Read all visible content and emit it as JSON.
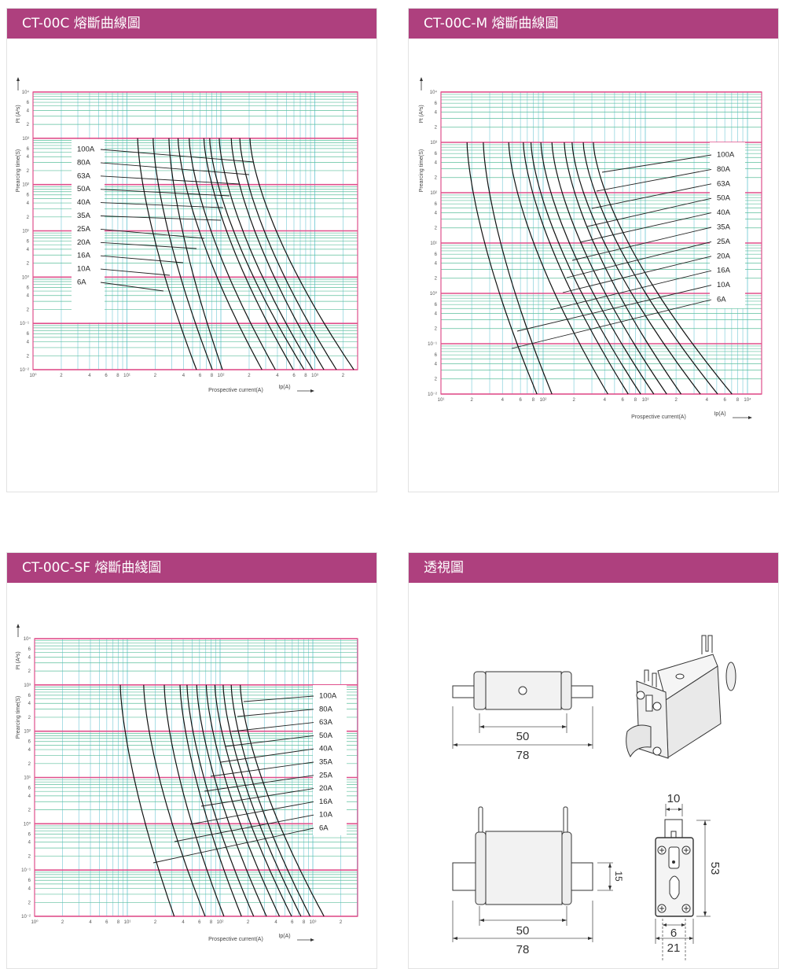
{
  "panels": [
    {
      "title": "CT-00C 熔斷曲線圖"
    },
    {
      "title": "CT-00C-M 熔斷曲線圖"
    },
    {
      "title": "CT-00C-SF 熔斷曲綫圖"
    },
    {
      "title": "透視圖"
    }
  ],
  "colors": {
    "header": "#ae407e",
    "decade_line": "#e0508c",
    "minor_h": "#5dbf9c",
    "minor_v": "#86d0db",
    "curve": "#111111"
  },
  "drawing": {
    "side_view": {
      "dim_inner": "50",
      "dim_outer": "78"
    },
    "front_view": {
      "dim_inner": "50",
      "dim_outer": "78",
      "dim_height": "15"
    },
    "end_view": {
      "dim_tab": "10",
      "dim_height": "53",
      "dim_slot": "6",
      "dim_width": "21"
    }
  },
  "chart_data": [
    {
      "type": "line",
      "title": "CT-00C 熔斷曲線圖",
      "ylabel": "Prearcing time(S)",
      "ylabel2": "I²t (A²s)",
      "xlabel": "Prospective current(A)",
      "xlabel2": "Ip(A)",
      "xscale": "log",
      "yscale": "log",
      "xlim": [
        1,
        2700
      ],
      "ylim": [
        0.01,
        10000
      ],
      "xticks": [
        [
          1,
          "10⁰"
        ],
        [
          2,
          "2"
        ],
        [
          4,
          "4"
        ],
        [
          6,
          "6"
        ],
        [
          8,
          "8"
        ],
        [
          10,
          "10¹"
        ],
        [
          20,
          "2"
        ],
        [
          40,
          "4"
        ],
        [
          60,
          "6"
        ],
        [
          80,
          "8"
        ],
        [
          100,
          "10²"
        ],
        [
          200,
          "2"
        ],
        [
          400,
          "4"
        ],
        [
          600,
          "6"
        ],
        [
          800,
          "8"
        ],
        [
          1000,
          "10³"
        ],
        [
          2000,
          "2"
        ]
      ],
      "yticks": [
        [
          10000,
          "10⁴"
        ],
        [
          6000,
          "6"
        ],
        [
          4000,
          "4"
        ],
        [
          2000,
          "2"
        ],
        [
          1000,
          "10³"
        ],
        [
          600,
          "6"
        ],
        [
          400,
          "4"
        ],
        [
          200,
          "2"
        ],
        [
          100,
          "10²"
        ],
        [
          60,
          "6"
        ],
        [
          40,
          "4"
        ],
        [
          20,
          "2"
        ],
        [
          10,
          "10¹"
        ],
        [
          6,
          "6"
        ],
        [
          4,
          "4"
        ],
        [
          2,
          "2"
        ],
        [
          1,
          "10⁰"
        ],
        [
          0.6,
          "6"
        ],
        [
          0.4,
          "4"
        ],
        [
          0.2,
          "2"
        ],
        [
          0.1,
          "10⁻¹"
        ],
        [
          0.06,
          "6"
        ],
        [
          0.04,
          "4"
        ],
        [
          0.02,
          "2"
        ],
        [
          0.01,
          "10⁻²"
        ]
      ],
      "grid": true,
      "legend": "left",
      "series": [
        {
          "name": "100A",
          "points": [
            [
              204,
              1000
            ],
            [
              2600,
              0.01
            ]
          ]
        },
        {
          "name": "80A",
          "points": [
            [
              159,
              1000
            ],
            [
              1700,
              0.01
            ]
          ]
        },
        {
          "name": "63A",
          "points": [
            [
              129,
              1000
            ],
            [
              1250,
              0.01
            ]
          ]
        },
        {
          "name": "50A",
          "points": [
            [
              96,
              1000
            ],
            [
              950,
              0.01
            ]
          ]
        },
        {
          "name": "40A",
          "points": [
            [
              76,
              1000
            ],
            [
              770,
              0.01
            ]
          ]
        },
        {
          "name": "35A",
          "points": [
            [
              66,
              1000
            ],
            [
              590,
              0.01
            ]
          ]
        },
        {
          "name": "25A",
          "points": [
            [
              46,
              1000
            ],
            [
              380,
              0.01
            ]
          ]
        },
        {
          "name": "20A",
          "points": [
            [
              35,
              1000
            ],
            [
              274,
              0.01
            ]
          ]
        },
        {
          "name": "16A",
          "points": [
            [
              28,
              1000
            ],
            [
              104,
              0.01
            ]
          ]
        },
        {
          "name": "10A",
          "points": [
            [
              19,
              1000
            ],
            [
              81,
              0.01
            ]
          ]
        },
        {
          "name": "6A",
          "points": [
            [
              13,
              1000
            ],
            [
              55,
              0.01
            ]
          ]
        }
      ]
    },
    {
      "type": "line",
      "title": "CT-00C-M 熔斷曲線圖",
      "ylabel": "Prearcing time(S)",
      "ylabel2": "I²t (A²s)",
      "xlabel": "Prospective current(A)",
      "xlabel2": "Ip(A)",
      "xscale": "log",
      "yscale": "log",
      "xlim": [
        10,
        14000
      ],
      "ylim": [
        0.01,
        10000
      ],
      "xticks": [
        [
          10,
          "10¹"
        ],
        [
          20,
          "2"
        ],
        [
          40,
          "4"
        ],
        [
          60,
          "6"
        ],
        [
          80,
          "8"
        ],
        [
          100,
          "10²"
        ],
        [
          200,
          "2"
        ],
        [
          400,
          "4"
        ],
        [
          600,
          "6"
        ],
        [
          800,
          "8"
        ],
        [
          1000,
          "10³"
        ],
        [
          2000,
          "2"
        ],
        [
          4000,
          "4"
        ],
        [
          6000,
          "6"
        ],
        [
          8000,
          "8"
        ],
        [
          10000,
          "10⁴"
        ]
      ],
      "yticks": [
        [
          10000,
          "10⁴"
        ],
        [
          6000,
          "6"
        ],
        [
          4000,
          "4"
        ],
        [
          2000,
          "2"
        ],
        [
          1000,
          "10³"
        ],
        [
          600,
          "6"
        ],
        [
          400,
          "4"
        ],
        [
          200,
          "2"
        ],
        [
          100,
          "10²"
        ],
        [
          60,
          "6"
        ],
        [
          40,
          "4"
        ],
        [
          20,
          "2"
        ],
        [
          10,
          "10¹"
        ],
        [
          6,
          "6"
        ],
        [
          4,
          "4"
        ],
        [
          2,
          "2"
        ],
        [
          1,
          "10⁰"
        ],
        [
          0.6,
          "6"
        ],
        [
          0.4,
          "4"
        ],
        [
          0.2,
          "2"
        ],
        [
          0.1,
          "10⁻¹"
        ],
        [
          0.06,
          "6"
        ],
        [
          0.04,
          "4"
        ],
        [
          0.02,
          "2"
        ],
        [
          0.01,
          "10⁻²"
        ]
      ],
      "grid": true,
      "legend": "right",
      "series": [
        {
          "name": "100A",
          "points": [
            [
              310,
              1000
            ],
            [
              7050,
              0.01
            ]
          ]
        },
        {
          "name": "80A",
          "points": [
            [
              247,
              1000
            ],
            [
              5100,
              0.01
            ]
          ]
        },
        {
          "name": "63A",
          "points": [
            [
              192,
              1000
            ],
            [
              3460,
              0.01
            ]
          ]
        },
        {
          "name": "50A",
          "points": [
            [
              161,
              1000
            ],
            [
              2240,
              0.01
            ]
          ]
        },
        {
          "name": "40A",
          "points": [
            [
              122,
              1000
            ],
            [
              1620,
              0.01
            ]
          ]
        },
        {
          "name": "35A",
          "points": [
            [
              95,
              1000
            ],
            [
              1210,
              0.01
            ]
          ]
        },
        {
          "name": "25A",
          "points": [
            [
              76,
              1000
            ],
            [
              900,
              0.01
            ]
          ]
        },
        {
          "name": "20A",
          "points": [
            [
              64,
              1000
            ],
            [
              680,
              0.01
            ]
          ]
        },
        {
          "name": "16A",
          "points": [
            [
              46,
              1000
            ],
            [
              430,
              0.01
            ]
          ]
        },
        {
          "name": "10A",
          "points": [
            [
              26,
              1000
            ],
            [
              122,
              0.01
            ]
          ]
        },
        {
          "name": "6A",
          "points": [
            [
              18,
              1000
            ],
            [
              87,
              0.01
            ]
          ]
        }
      ]
    },
    {
      "type": "line",
      "title": "CT-00C-SF 熔斷曲綫圖",
      "ylabel": "Prearcing time(S)",
      "ylabel2": "I²t (A²s)",
      "xlabel": "Prospective current(A)",
      "xlabel2": "Ip(A)",
      "xscale": "log",
      "yscale": "log",
      "xlim": [
        1,
        3000
      ],
      "ylim": [
        0.01,
        10000
      ],
      "xticks": [
        [
          1,
          "10⁰"
        ],
        [
          2,
          "2"
        ],
        [
          4,
          "4"
        ],
        [
          6,
          "6"
        ],
        [
          8,
          "8"
        ],
        [
          10,
          "10¹"
        ],
        [
          20,
          "2"
        ],
        [
          40,
          "4"
        ],
        [
          60,
          "6"
        ],
        [
          80,
          "8"
        ],
        [
          100,
          "10²"
        ],
        [
          200,
          "2"
        ],
        [
          400,
          "4"
        ],
        [
          600,
          "6"
        ],
        [
          800,
          "8"
        ],
        [
          1000,
          "10³"
        ],
        [
          2000,
          "2"
        ]
      ],
      "yticks": [
        [
          10000,
          "10⁴"
        ],
        [
          6000,
          "6"
        ],
        [
          4000,
          "4"
        ],
        [
          2000,
          "2"
        ],
        [
          1000,
          "10³"
        ],
        [
          600,
          "6"
        ],
        [
          400,
          "4"
        ],
        [
          200,
          "2"
        ],
        [
          100,
          "10²"
        ],
        [
          60,
          "6"
        ],
        [
          40,
          "4"
        ],
        [
          20,
          "2"
        ],
        [
          10,
          "10¹"
        ],
        [
          6,
          "6"
        ],
        [
          4,
          "4"
        ],
        [
          2,
          "2"
        ],
        [
          1,
          "10⁰"
        ],
        [
          0.6,
          "6"
        ],
        [
          0.4,
          "4"
        ],
        [
          0.2,
          "2"
        ],
        [
          0.1,
          "10⁻¹"
        ],
        [
          0.06,
          "6"
        ],
        [
          0.04,
          "4"
        ],
        [
          0.02,
          "2"
        ],
        [
          0.01,
          "10⁻²"
        ]
      ],
      "grid": true,
      "legend": "right",
      "series": [
        {
          "name": "100A",
          "points": [
            [
              165,
              1000
            ],
            [
              1320,
              0.01
            ]
          ]
        },
        {
          "name": "80A",
          "points": [
            [
              132,
              1000
            ],
            [
              935,
              0.01
            ]
          ]
        },
        {
          "name": "63A",
          "points": [
            [
              108,
              1000
            ],
            [
              745,
              0.01
            ]
          ]
        },
        {
          "name": "50A",
          "points": [
            [
              88,
              1000
            ],
            [
              590,
              0.01
            ]
          ]
        },
        {
          "name": "40A",
          "points": [
            [
              71,
              1000
            ],
            [
              436,
              0.01
            ]
          ]
        },
        {
          "name": "35A",
          "points": [
            [
              56,
              1000
            ],
            [
              316,
              0.01
            ]
          ]
        },
        {
          "name": "25A",
          "points": [
            [
              44,
              1000
            ],
            [
              230,
              0.01
            ]
          ]
        },
        {
          "name": "20A",
          "points": [
            [
              37,
              1000
            ],
            [
              170,
              0.01
            ]
          ]
        },
        {
          "name": "16A",
          "points": [
            [
              25,
              1000
            ],
            [
              110,
              0.01
            ]
          ]
        },
        {
          "name": "10A",
          "points": [
            [
              15,
              1000
            ],
            [
              69,
              0.01
            ]
          ]
        },
        {
          "name": "6A",
          "points": [
            [
              8.4,
              1000
            ],
            [
              32,
              0.01
            ]
          ]
        }
      ]
    }
  ]
}
